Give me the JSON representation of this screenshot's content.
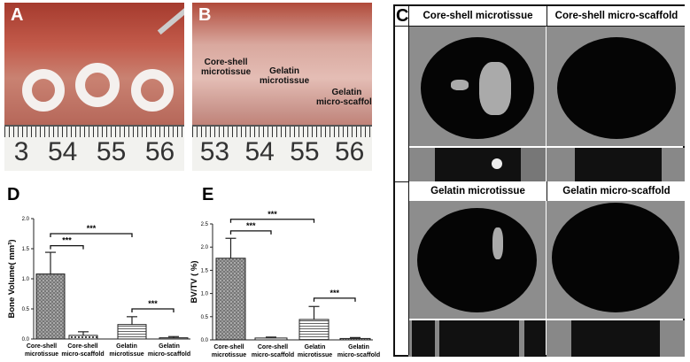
{
  "panels": {
    "A": {
      "letter": "A",
      "ruler_labels": [
        "3",
        "54",
        "55",
        "56"
      ]
    },
    "B": {
      "letter": "B",
      "ruler_labels": [
        "53",
        "54",
        "55",
        "56"
      ],
      "labels": [
        "Core-shell\nmicrotissue",
        "Gelatin\nmicrotissue",
        "Gelatin\nmicro-scaffold"
      ]
    },
    "C": {
      "letter": "C",
      "headers": [
        "Core-shell microtissue",
        "Core-shell micro-scaffold",
        "Gelatin microtissue",
        "Gelatin micro-scaffold"
      ]
    }
  },
  "chart_data": [
    {
      "panel": "D",
      "type": "bar",
      "title": "",
      "ylabel": "Bone Volume( mm³)",
      "ylim": [
        0,
        2.0
      ],
      "yticks": [
        "0.0",
        "0.5",
        "1.0",
        "1.5",
        "2.0"
      ],
      "categories": [
        "Core-shell\nmicrotissue",
        "Core-shell\nmicro-scaffold",
        "Gelatin\nmicrotissue",
        "Gelatin\nmicro-scaffold"
      ],
      "values": [
        1.08,
        0.06,
        0.24,
        0.02
      ],
      "errors": [
        0.36,
        0.06,
        0.13,
        0.02
      ],
      "significance": [
        {
          "from": 0,
          "to": 1,
          "label": "***",
          "level": 1.55
        },
        {
          "from": 0,
          "to": 2,
          "label": "***",
          "level": 1.75
        },
        {
          "from": 2,
          "to": 3,
          "label": "***",
          "level": 0.5
        }
      ]
    },
    {
      "panel": "E",
      "type": "bar",
      "title": "",
      "ylabel": "BV/TV ( %)",
      "ylim": [
        0,
        2.5
      ],
      "yticks": [
        "0.0",
        "0.5",
        "1.0",
        "1.5",
        "2.0",
        "2.5"
      ],
      "categories": [
        "Core-shell\nmicrotissue",
        "Core-shell\nmicro-scaffold",
        "Gelatin\nmicrotissue",
        "Gelatin\nmicro-scaffold"
      ],
      "values": [
        1.76,
        0.04,
        0.44,
        0.03
      ],
      "errors": [
        0.43,
        0.02,
        0.28,
        0.02
      ],
      "significance": [
        {
          "from": 0,
          "to": 1,
          "label": "***",
          "level": 2.35
        },
        {
          "from": 0,
          "to": 2,
          "label": "***",
          "level": 2.6
        },
        {
          "from": 2,
          "to": 3,
          "label": "***",
          "level": 0.9
        }
      ]
    }
  ]
}
